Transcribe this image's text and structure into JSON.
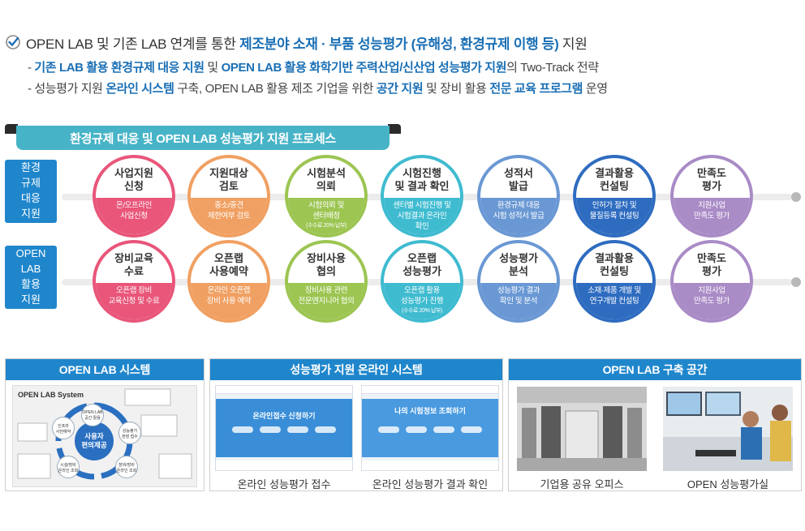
{
  "headline": {
    "p1": "OPEN LAB 및 기존 LAB 연계를 통한 ",
    "hl": "제조분야 소재 · 부품 성능평가 (유해성, 환경규제 이행 등)",
    "p2": " 지원"
  },
  "sub1": {
    "dash": "- ",
    "hl1": "기존 LAB 활용 환경규제 대응 지원",
    "p1": " 및 ",
    "hl2": "OPEN LAB 활용 화학기반 주력산업/신산업 성능평가 지원",
    "p2": "의 Two-Track 전략"
  },
  "sub2": {
    "p1": "- 성능평가 지원 ",
    "hl1": "온라인 시스템",
    "p2": " 구축, OPEN LAB 활용 제조 기업을 위한 ",
    "hl2": "공간 지원",
    "p3": " 및 장비 활용 ",
    "hl3": "전문 교육 프로그램",
    "p4": " 운영"
  },
  "process": {
    "title": "환경규제 대응 및 OPEN LAB 성능평가 지원 프로세스",
    "rows": [
      {
        "label": "환경\n규제\n대응\n지원",
        "steps": [
          {
            "title": "사업지원\n신청",
            "desc": "온/오프라인\n사업신청",
            "note": "",
            "color": "#e9567a"
          },
          {
            "title": "지원대상\n검토",
            "desc": "중소/중견\n제한여부 검토",
            "note": "",
            "color": "#f0a062"
          },
          {
            "title": "시험분석\n의뢰",
            "desc": "시험의뢰 및\n센터배정",
            "note": "(수수료 20% 납부)",
            "color": "#9cc552"
          },
          {
            "title": "시험진행\n및 결과 확인",
            "desc": "센터별 시험진행 및\n시험결과 온라인\n확인",
            "note": "",
            "color": "#3fbbd0"
          },
          {
            "title": "성적서\n발급",
            "desc": "환경규제 대응\n시험 성적서 발급",
            "note": "",
            "color": "#6a98d4"
          },
          {
            "title": "결과활용\n컨설팅",
            "desc": "인허가 절차 및\n물질등록 컨설팅",
            "note": "",
            "color": "#2e6cc0"
          },
          {
            "title": "만족도\n평가",
            "desc": "지원사업\n만족도 평가",
            "note": "",
            "color": "#a98bc6"
          }
        ]
      },
      {
        "label": "OPEN\nLAB\n활용\n지원",
        "steps": [
          {
            "title": "장비교육\n수료",
            "desc": "오픈랩 장비\n교육신청 및 수료",
            "note": "",
            "color": "#e9567a"
          },
          {
            "title": "오픈랩\n사용예약",
            "desc": "온라인 오픈랩\n장비 사용 예약",
            "note": "",
            "color": "#f0a062"
          },
          {
            "title": "장비사용\n협의",
            "desc": "장비사용 관련\n전문엔지니어 협의",
            "note": "",
            "color": "#9cc552"
          },
          {
            "title": "오픈랩\n성능평가",
            "desc": "오픈랩 활용\n성능평가 진행",
            "note": "(수수료 20% 납부)",
            "color": "#3fbbd0"
          },
          {
            "title": "성능평가\n분석",
            "desc": "성능평가 결과\n확인 및 분석",
            "note": "",
            "color": "#6a98d4"
          },
          {
            "title": "결과활용\n컨설팅",
            "desc": "소재·제품 개발 및\n연구개발 컨설팅",
            "note": "",
            "color": "#2e6cc0"
          },
          {
            "title": "만족도\n평가",
            "desc": "지원사업\n만족도 평가",
            "note": "",
            "color": "#a98bc6"
          }
        ]
      }
    ]
  },
  "boxes": {
    "system": {
      "title": "OPEN LAB 시스템",
      "diagram_title": "OPEN LAB System",
      "center": "사용자\n편의제공",
      "nodes": [
        "OPEN LAB\n공간 활용",
        "성능평가\n현장 접수",
        "장비/장비\n온라인 조회",
        "시설/장비\n온라인 조회",
        "인프라\n사전예약"
      ]
    },
    "online": {
      "title": "성능평가 지원 온라인 시스템",
      "shot1_banner": "온라인접수 신청하기",
      "shot2_banner": "나의 시험정보 조회하기",
      "cap1": "온라인 성능평가 접수",
      "cap2": "온라인 성능평가 결과 확인"
    },
    "space": {
      "title": "OPEN LAB 구축 공간",
      "cap1": "기업용 공유 오피스",
      "cap2": "OPEN 성능평가실"
    }
  },
  "icons": [
    "check-circle-icon"
  ]
}
